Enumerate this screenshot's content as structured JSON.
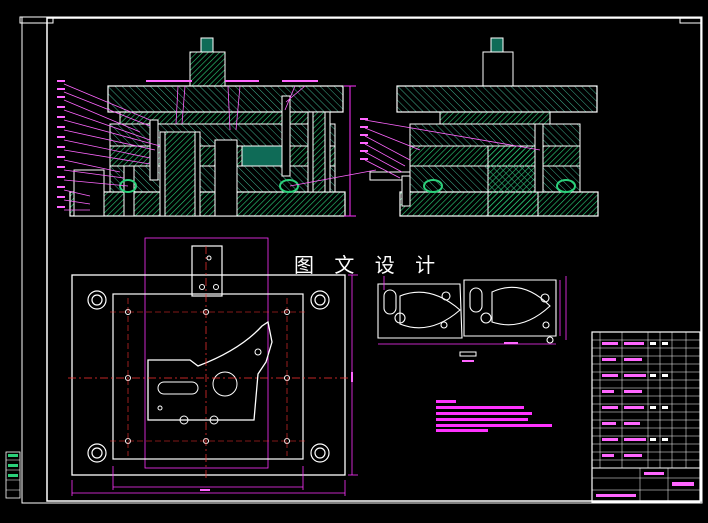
{
  "drawing": {
    "watermark": "图 文 设 计",
    "colors": {
      "background": "#000000",
      "outline": "#ffffff",
      "part_fill": "#0f6b57",
      "hatch": "#2bd07a",
      "dimension": "#ff33ff",
      "center_line": "#ff3333",
      "frame": "#ffffff",
      "title_block": "#ffffff",
      "label": "#ff66ff"
    },
    "views": [
      "front-section",
      "side-section",
      "top-plan",
      "part-layout",
      "technical-notes",
      "title-block"
    ]
  }
}
